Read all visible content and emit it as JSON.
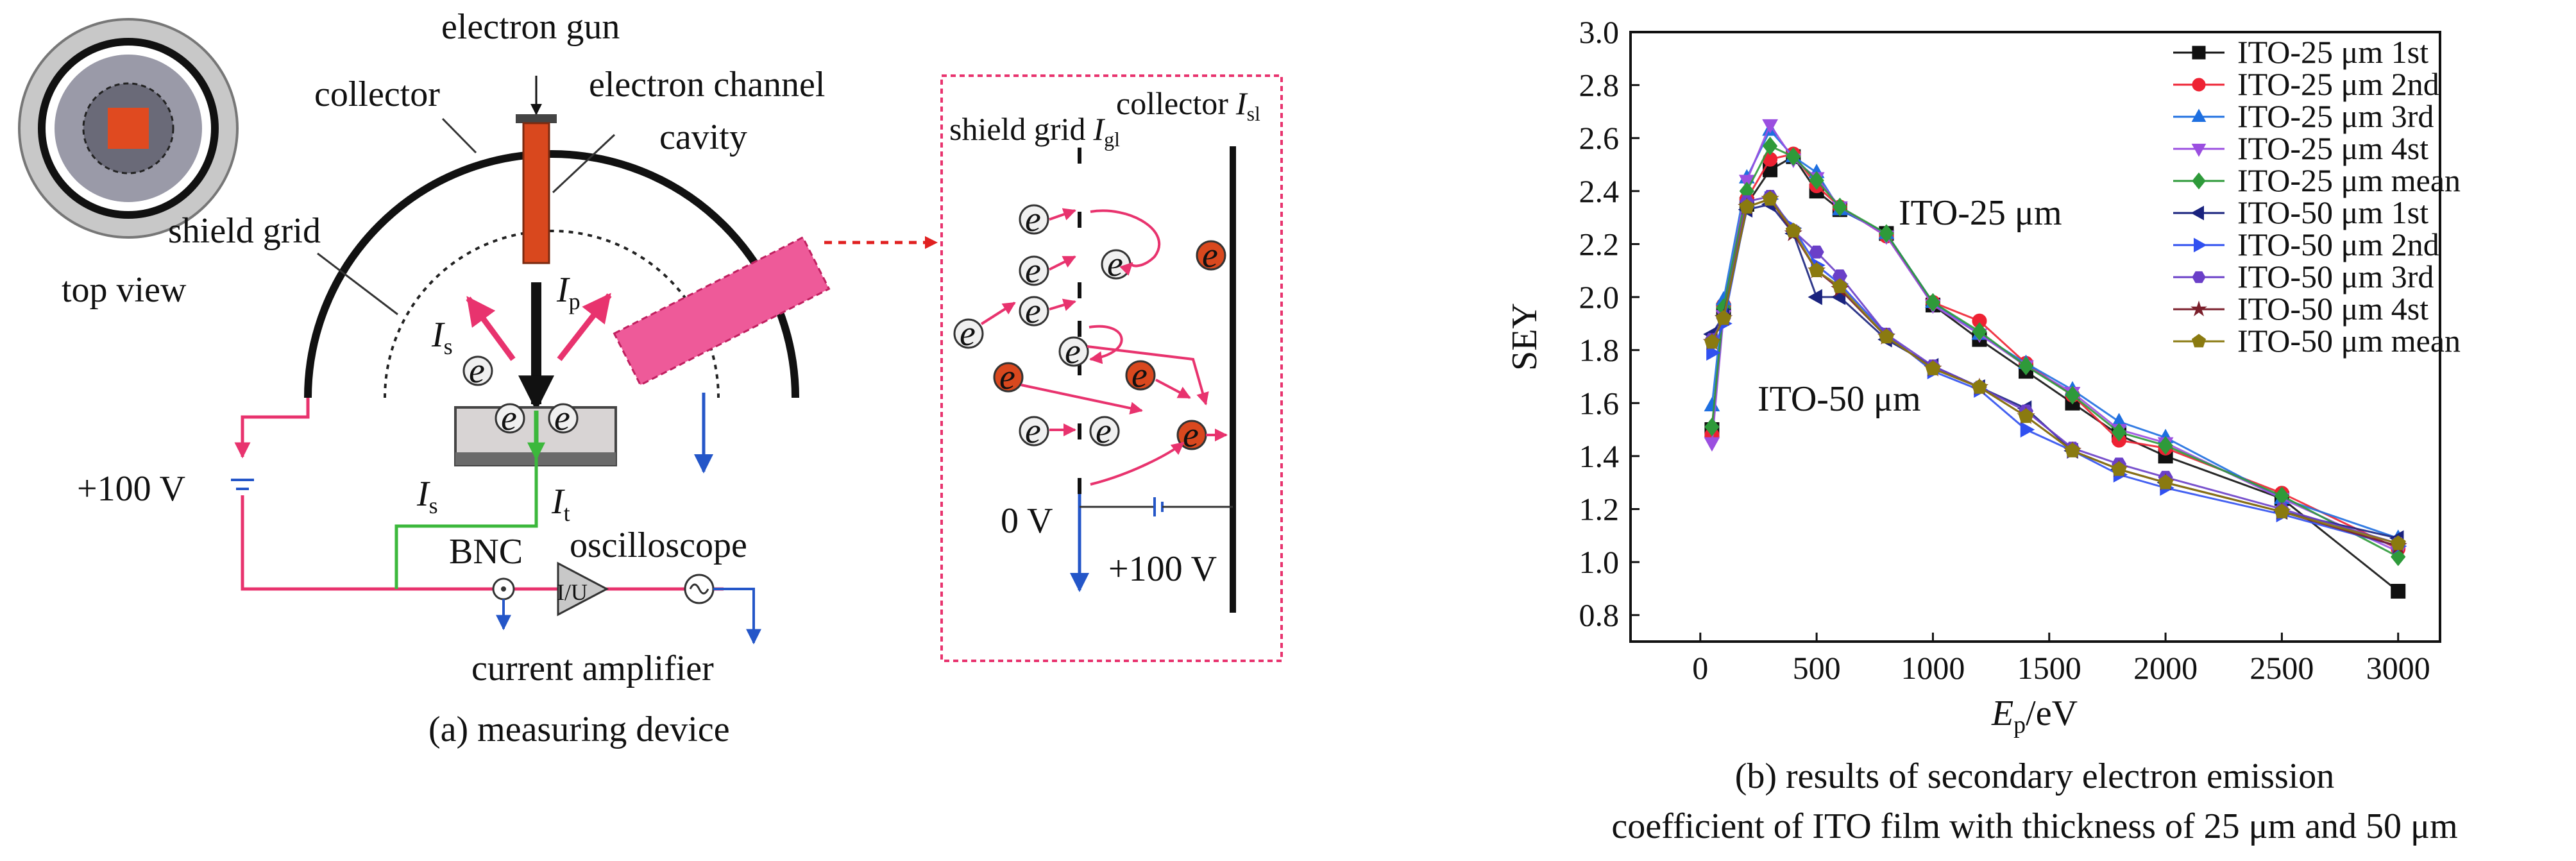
{
  "diagram": {
    "labels": {
      "electron_gun": "electron gun",
      "collector": "collector",
      "electron_channel": "electron channel",
      "cavity": "cavity",
      "shield_grid": "shield grid",
      "top_view": "top view",
      "ip": "I",
      "ip_sub": "p",
      "is_top": "I",
      "is_top_sub": "s",
      "is_bottom": "I",
      "is_bottom_sub": "s",
      "it": "I",
      "it_sub": "t",
      "plus100_left": "+100 V",
      "bnc": "BNC",
      "oscilloscope": "oscilloscope",
      "iu": "I/U",
      "current_amplifier": "current amplifier",
      "caption_a": "(a) measuring device",
      "electron": "e"
    },
    "inset": {
      "shield_grid": "shield grid",
      "igl": "I",
      "igl_sub": "gl",
      "collector": "collector",
      "isl": "I",
      "isl_sub": "sl",
      "zero_v": "0 V",
      "plus100": "+100 V"
    }
  },
  "chart_data": {
    "type": "line",
    "xlabel": "E",
    "xlabel_sub": "p",
    "xlabel_unit": "/eV",
    "ylabel": "SEY",
    "xlim": [
      -300,
      3180
    ],
    "ylim": [
      0.7,
      3.0
    ],
    "xticks": [
      0,
      500,
      1000,
      1500,
      2000,
      2500,
      3000
    ],
    "yticks": [
      0.8,
      1.0,
      1.2,
      1.4,
      1.6,
      1.8,
      2.0,
      2.2,
      2.4,
      2.6,
      2.8,
      3.0
    ],
    "legend_position": "top-right",
    "annotations": [
      "ITO-25 μm",
      "ITO-50 μm"
    ],
    "caption_line1": "(b) results of secondary electron emission",
    "caption_line2": "coefficient of ITO film with thickness of 25 μm and 50 μm",
    "x": [
      50,
      100,
      200,
      300,
      400,
      500,
      600,
      800,
      1000,
      1200,
      1400,
      1600,
      1800,
      2000,
      2500,
      3000
    ],
    "series": [
      {
        "name": "ITO-25 μm 1st",
        "color": "#111111",
        "marker": "square",
        "values": [
          1.5,
          1.95,
          2.35,
          2.48,
          2.53,
          2.4,
          2.33,
          2.24,
          1.97,
          1.84,
          1.72,
          1.6,
          1.48,
          1.4,
          1.24,
          0.89
        ]
      },
      {
        "name": "ITO-25 μm 2nd",
        "color": "#ee2233",
        "marker": "circle",
        "values": [
          1.48,
          1.97,
          2.37,
          2.52,
          2.54,
          2.42,
          2.34,
          2.23,
          1.98,
          1.91,
          1.75,
          1.63,
          1.46,
          1.43,
          1.26,
          1.05
        ]
      },
      {
        "name": "ITO-25 μm 3rd",
        "color": "#1e6fe0",
        "marker": "triangle-up",
        "values": [
          1.59,
          1.99,
          2.45,
          2.63,
          2.53,
          2.47,
          2.33,
          2.24,
          1.98,
          1.86,
          1.75,
          1.65,
          1.53,
          1.47,
          1.24,
          1.09
        ]
      },
      {
        "name": "ITO-25 μm 4st",
        "color": "#9b4fe0",
        "marker": "triangle-down",
        "values": [
          1.45,
          1.93,
          2.44,
          2.65,
          2.52,
          2.45,
          2.34,
          2.23,
          1.97,
          1.86,
          1.74,
          1.64,
          1.5,
          1.45,
          1.24,
          1.04
        ]
      },
      {
        "name": "ITO-25 μm mean",
        "color": "#2e9a3a",
        "marker": "diamond",
        "values": [
          1.51,
          1.96,
          2.4,
          2.57,
          2.53,
          2.44,
          2.34,
          2.24,
          1.98,
          1.87,
          1.74,
          1.63,
          1.49,
          1.44,
          1.25,
          1.02
        ]
      },
      {
        "name": "ITO-50 μm 1st",
        "color": "#1a237e",
        "marker": "triangle-left",
        "values": [
          1.86,
          1.93,
          2.33,
          2.35,
          2.24,
          2.0,
          2.0,
          1.84,
          1.74,
          1.66,
          1.58,
          1.42,
          1.35,
          1.3,
          1.19,
          1.09
        ]
      },
      {
        "name": "ITO-50 μm 2nd",
        "color": "#3050f0",
        "marker": "triangle-right",
        "values": [
          1.79,
          1.9,
          2.34,
          2.37,
          2.26,
          2.12,
          2.05,
          1.86,
          1.72,
          1.65,
          1.5,
          1.42,
          1.33,
          1.28,
          1.18,
          1.06
        ]
      },
      {
        "name": "ITO-50 μm 3rd",
        "color": "#6a3fc8",
        "marker": "hexagon",
        "values": [
          1.84,
          1.92,
          2.36,
          2.38,
          2.25,
          2.17,
          2.08,
          1.86,
          1.74,
          1.66,
          1.57,
          1.43,
          1.37,
          1.32,
          1.2,
          1.07
        ]
      },
      {
        "name": "ITO-50 μm 4st",
        "color": "#7a1f2b",
        "marker": "star",
        "values": [
          1.83,
          1.92,
          2.34,
          2.37,
          2.24,
          2.1,
          2.03,
          1.85,
          1.73,
          1.66,
          1.55,
          1.42,
          1.35,
          1.3,
          1.19,
          1.06
        ]
      },
      {
        "name": "ITO-50 μm mean",
        "color": "#8a7a10",
        "marker": "pentagon",
        "values": [
          1.83,
          1.92,
          2.34,
          2.37,
          2.25,
          2.1,
          2.04,
          1.85,
          1.73,
          1.66,
          1.55,
          1.42,
          1.35,
          1.3,
          1.19,
          1.07
        ]
      }
    ]
  }
}
